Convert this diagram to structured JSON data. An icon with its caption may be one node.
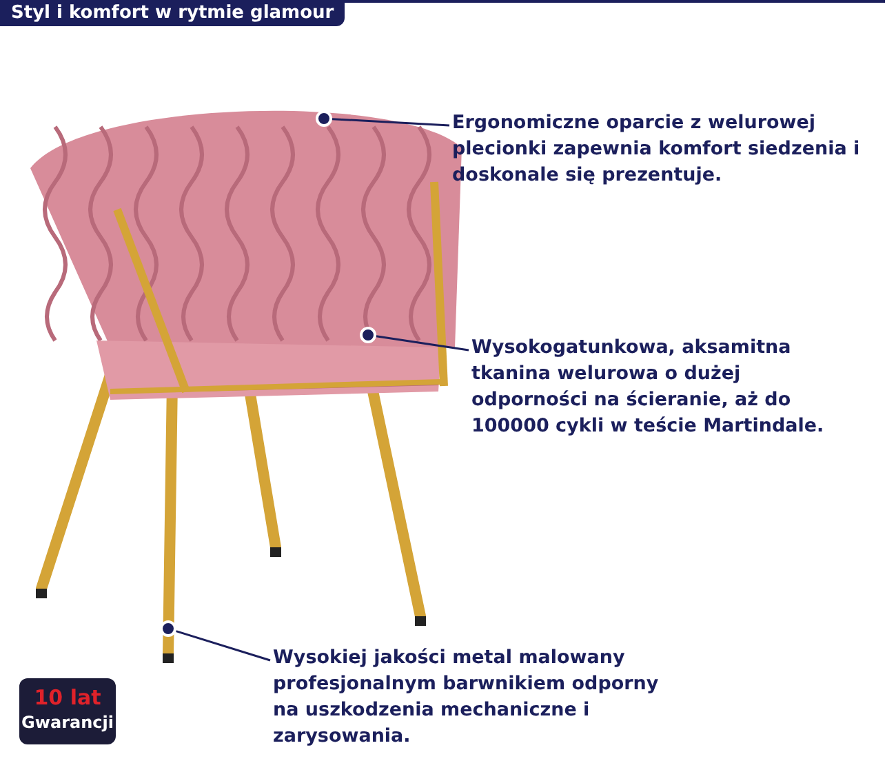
{
  "diagram": {
    "title": "Styl i komfort w rytmie glamour",
    "nodes": [
      {
        "text": [],
        "shape": "picture"
      },
      {
        "text": [],
        "shape": "circle",
        "in": 0
      },
      {
        "text": [
          "Ergonomiczne oparcie z welurowej plecionki zapewnia komfort siedzenia i doskonale się prezentuje."
        ]
      },
      {
        "text": [],
        "shape": "circle",
        "in": 0
      },
      {
        "text": [
          "Wysokogatunkowa, aksamitna tkanina welurowa o dużej odporności na ścieranie, aż do 100000 cykli w teście Martindale."
        ]
      },
      {
        "text": [],
        "shape": "circle",
        "in": 0
      },
      {
        "text": [
          "Wysokiej jakości metal malowany profesjonalnym barwnikiem odporny na uszkodzenia mechaniczne i zarysowania."
        ]
      },
      {
        "text": [
          "10 lat",
          "Gwarancji"
        ]
      }
    ],
    "edges": [
      {
        "from": 2,
        "to": 1,
        "arrow": "none"
      },
      {
        "from": 4,
        "to": 3,
        "arrow": "none"
      },
      {
        "from": 6,
        "to": 5,
        "arrow": "none"
      }
    ]
  }
}
